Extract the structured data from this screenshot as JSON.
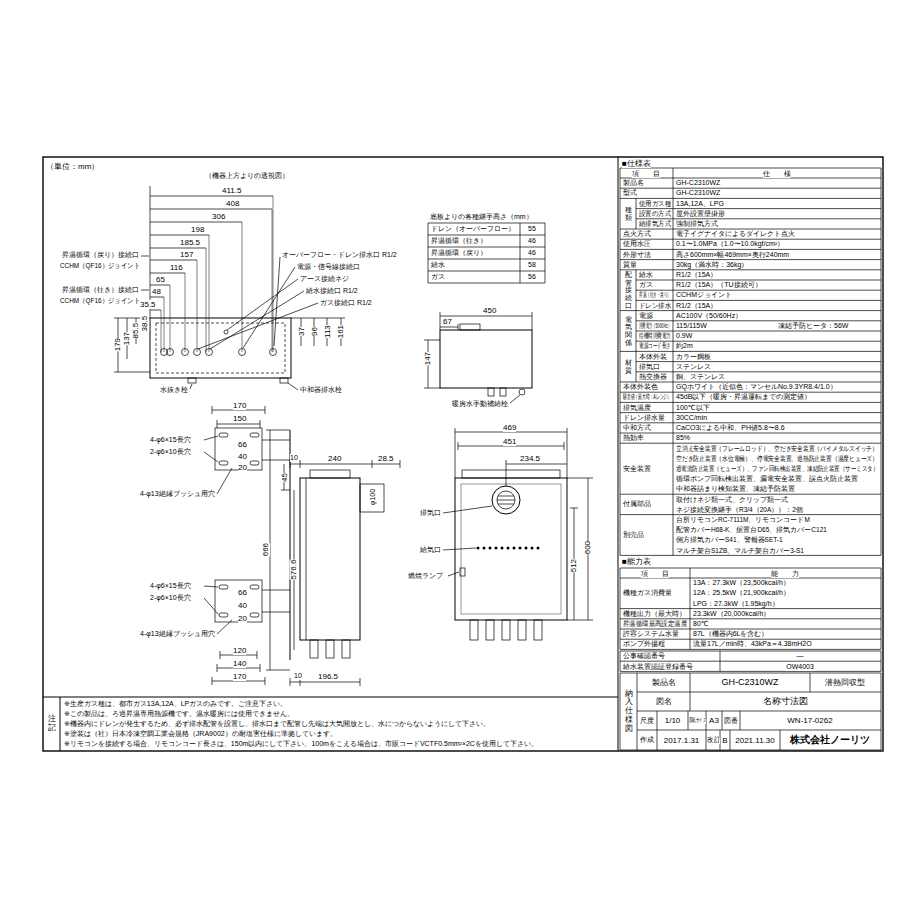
{
  "diagram": {
    "labels": [
      "（単位：mm）",
      "（機器上方よりの透視図）",
      "411.5",
      "408",
      "306",
      "198",
      "185.5",
      "157",
      "116",
      "65",
      "48",
      "35.5",
      "179",
      "137",
      "85.5",
      "38.5",
      "37",
      "96",
      "113",
      "161",
      "昇温循環（戻り）接続口",
      "CCHM（QF16）ジョイント",
      "昇温循環（往き）接続口",
      "CCHM（QF16）ジョイント",
      "オーバーフロー・ドレン排水口 R1/2",
      "電源・信号線接続口",
      "アース接続ネジ",
      "給水接続口 R1/2",
      "ガス接続口 R1/2",
      "水抜き栓",
      "中和器排水栓",
      "底板よりの各種継手高さ（mm）",
      "ドレン（オーバーフロー）",
      "55",
      "昇温循環（往き）",
      "46",
      "昇温循環（戻り）",
      "46",
      "給水",
      "58",
      "ガス",
      "56",
      "450",
      "67",
      "147",
      "暖房水手動補給栓",
      "170",
      "150",
      "4-φ6×15長穴",
      "2-φ6×10長穴",
      "66",
      "40",
      "20",
      "4-φ13絶縁ブッシュ用穴",
      "10",
      "240",
      "28.5",
      "45",
      "φ100",
      "666",
      "576.6",
      "4-φ6×15長穴",
      "2-φ6×10長穴",
      "66",
      "40",
      "20",
      "4-φ13絶縁ブッシュ用穴",
      "120",
      "140",
      "170",
      "10",
      "196.5",
      "469",
      "451",
      "234.5",
      "排気口",
      "給気口",
      "燃焼ランプ",
      "600",
      "512",
      "■仕様表",
      "項　　目",
      "仕　　様",
      "製品名",
      "GH-C2310WZ",
      "型式",
      "GH-C2310WZ",
      "種類",
      "使用ガス種",
      "13A,12A、LPG",
      "設置の方式",
      "屋外設置壁掛形",
      "給排気方式",
      "強制排気方式",
      "点火方式",
      "電子イグナイタによるダイレクト点火",
      "使用水圧",
      "0.1〜1.0MPa（1.0〜10.0kgf/cm²）",
      "外形寸法",
      "高さ600mm×幅469mm×奥行240mm",
      "質量",
      "30kg（満水時：36kg）",
      "配管接続口",
      "給水",
      "R1/2（15A）",
      "ガス",
      "R1/2（15A）（TU接続可）",
      "昇温（往き・戻り）",
      "CCHMジョイント",
      "ドレン排水",
      "R1/2（15A）",
      "電気関係",
      "電源",
      "AC100V（50/60Hz）",
      "消費電力（50/60Hz）",
      "115/115W",
      "凍結予防ヒータ：56W",
      "待機時消費電力",
      "0.9W",
      "電源コード長さ",
      "約2m",
      "材質",
      "本体外装",
      "カラー鋼板",
      "排気口",
      "ステンレス",
      "熱交換器",
      "銅、ステンレス",
      "本体外装色",
      "GQホワイト（近似色：マンセルNo.9.3YR8.4/1.0）",
      "騒音値（最大時：Aレンジ）",
      "45dB以下（暖房・昇温運転までの測定値）",
      "排気温度",
      "100℃以下",
      "ドレン排水量",
      "30CC/min",
      "中和方式",
      "CaCO3による中和、PH値5.8〜8.6",
      "熱効率",
      "85%",
      "安全装置",
      "立消え安全装置（フレームロッド）、空だき安全装置（バイメタルスイッチ）",
      "空だき防止装置（水位電極）、停電安全装置、過熱防止装置（温度ヒューズ）",
      "過電流防止装置（ヒューズ）、ファン回転検出装置、凍結防止装置（サーミスタ）",
      "循環ポンプ回転検出装置、漏電安全装置、誤点火防止装置",
      "中和器詰まり検知装置、凍結予防装置",
      "付属部品",
      "取付けネジ類一式、クリップ類一式",
      "ネジ接続変換継手（R3/4（20A））：2個",
      "別売品",
      "台所リモコンRC-7111M、リモコンコードM",
      "配管カバーH68-K、据置台D65、排気カバーC121",
      "側方排気カバーS41、警報器SET-1",
      "マルチ架台S1ZB、マルチ架台カバー3-S1",
      "■能力表",
      "項　　目",
      "能　　力",
      "機種ガス消費量",
      "13A：27.3kW（23,500kcal/h）",
      "12A：25.5kW（21,900kcal/h）",
      "LPG：27.3kW（1.95kg/h）",
      "機種出力（最大時）",
      "23.3kW（20,000kcal/h）",
      "昇温循環最高設定温度",
      "80℃",
      "許容システム水量",
      "87L（機器内6Lを含む）",
      "ポンプ外揚程",
      "流量17L／min時、43kPa＝4.38mH2O",
      "公事確認番号",
      "―",
      "給水装置認証登録番号",
      "OW4003",
      "納入仕様図",
      "製品名",
      "GH-C2310WZ",
      "潜熱回収型",
      "図名",
      "名称寸法図",
      "尺度",
      "1/10",
      "原紙サイズ",
      "A3",
      "図番",
      "WN-17-0262",
      "作成",
      "2017.1.31",
      "改訂",
      "B",
      "2021.11.30",
      "株式会社ノーリツ",
      "注記",
      "※生産ガス種は、都市ガス13A,12A、LPガスのみです。ご注意下さい。",
      "※この製品は、ろ過昇温専用熱源機です。温水暖房には使用できません。",
      "※機器内にドレンが発生するため、必ず排水配管を設置し、排水口まで配管し先端は大気開放とし、水につからないようにして下さい。",
      "※塗装は（社）日本冷凍空調工業会規格（JRA9002）の耐塩害仕様に準拠しています。",
      "※リモコンを接続する場合、リモコンコード長さは、150m以内にして下さい。100mをこえる場合は、市販コードVCTF0.5mm²×2Cを使用して下さい。"
    ]
  }
}
